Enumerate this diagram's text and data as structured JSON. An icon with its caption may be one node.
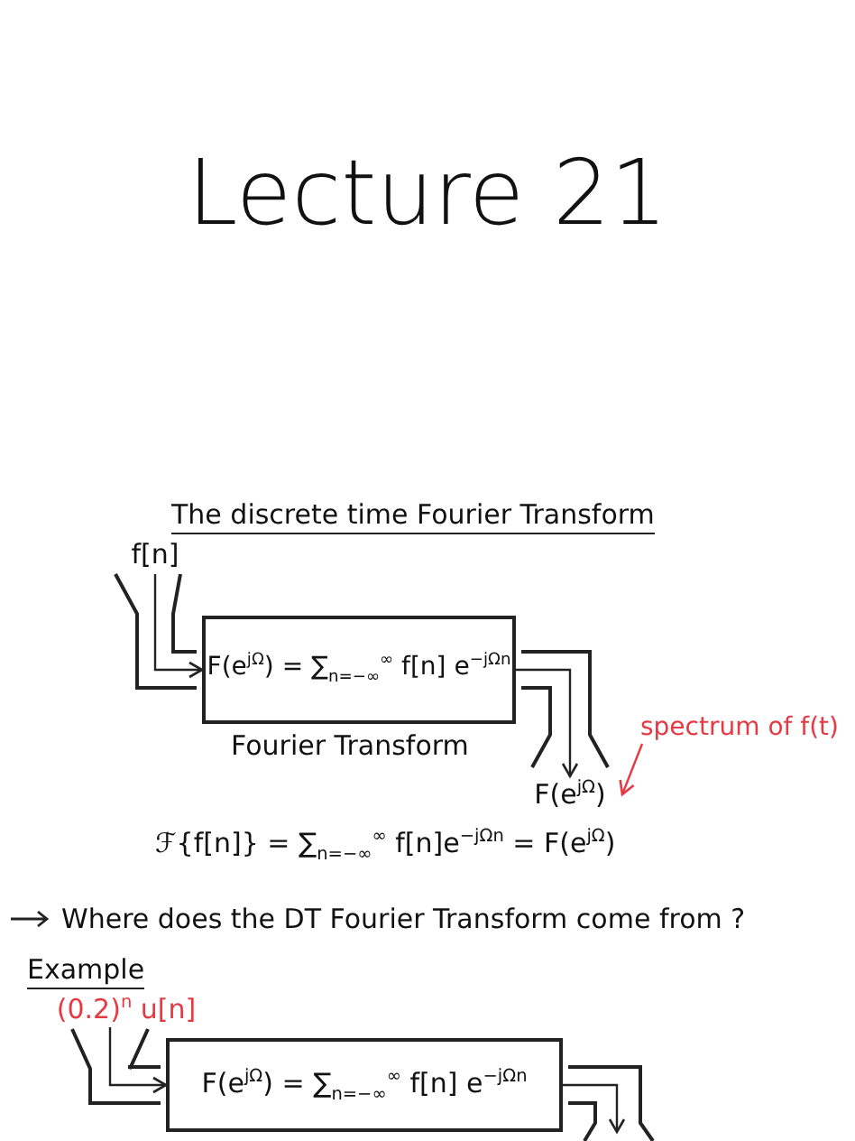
{
  "diagram": {
    "title": "Lecture 21",
    "nodes": [
      {
        "text": [
          "F(e$^{jΩ}$) = ∑$_{n=−∞}$$^{∞}$ f[n] e$^{−jΩn}$"
        ],
        "beside": [
          "Fourier Transform"
        ]
      },
      {
        "text": [
          "f[n]"
        ]
      },
      {
        "text": [
          "F(e$^{jΩ}$)"
        ]
      },
      {
        "text": [
          "spectrum of f(t)"
        ]
      },
      {
        "text": [
          "F(e$^{jΩ}$) = ∑$_{n=−∞}$$^{∞}$ f[n] e$^{−jΩn}$"
        ]
      },
      {
        "text": [
          "(0.2)$^{n}$ u[n]"
        ]
      }
    ],
    "edges": [
      {
        "from": 1,
        "to": 0,
        "arrow": "to"
      },
      {
        "from": 0,
        "to": 2,
        "arrow": "to"
      },
      {
        "from": 3,
        "to": 2,
        "arrow": "to",
        "color": "#e53a44"
      },
      {
        "from": 5,
        "to": 4,
        "arrow": "to"
      },
      {
        "from": 4,
        "to": null,
        "arrow": "to"
      }
    ],
    "labels": [
      "The discrete time Fourier Transform",
      "ℱ{f[n]} = ∑$_{n=−∞}$$^{∞}$ f[n]e$^{−jΩn}$ = F(e$^{jΩ}$)",
      "Where does the DT Fourier Transform come from ?",
      "Example"
    ]
  }
}
